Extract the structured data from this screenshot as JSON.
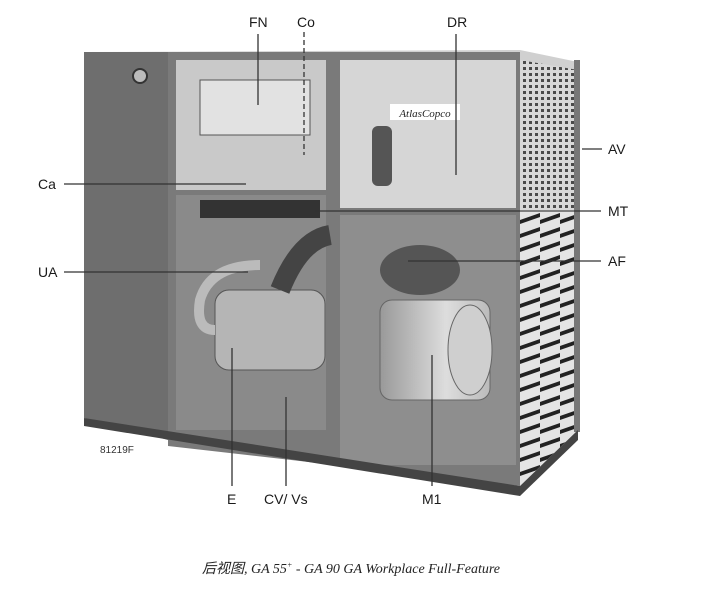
{
  "figure": {
    "caption_prefix": "后视图, GA 55",
    "caption_sup": "+",
    "caption_suffix": " - GA 90 GA Workplace Full-Feature",
    "figure_code": "81219F",
    "brand_text": "AtlasCopco"
  },
  "callouts": {
    "fn": "FN",
    "co": "Co",
    "dr": "DR",
    "ca": "Ca",
    "ua": "UA",
    "av": "AV",
    "mt": "MT",
    "af": "AF",
    "e": "E",
    "cv": "CV/ Vs",
    "m1": "M1"
  },
  "colors": {
    "cabinet_dark": "#6e6e6e",
    "cabinet_mid": "#8c8c8c",
    "interior_light": "#c8c8c8",
    "leader_line": "#333333"
  }
}
